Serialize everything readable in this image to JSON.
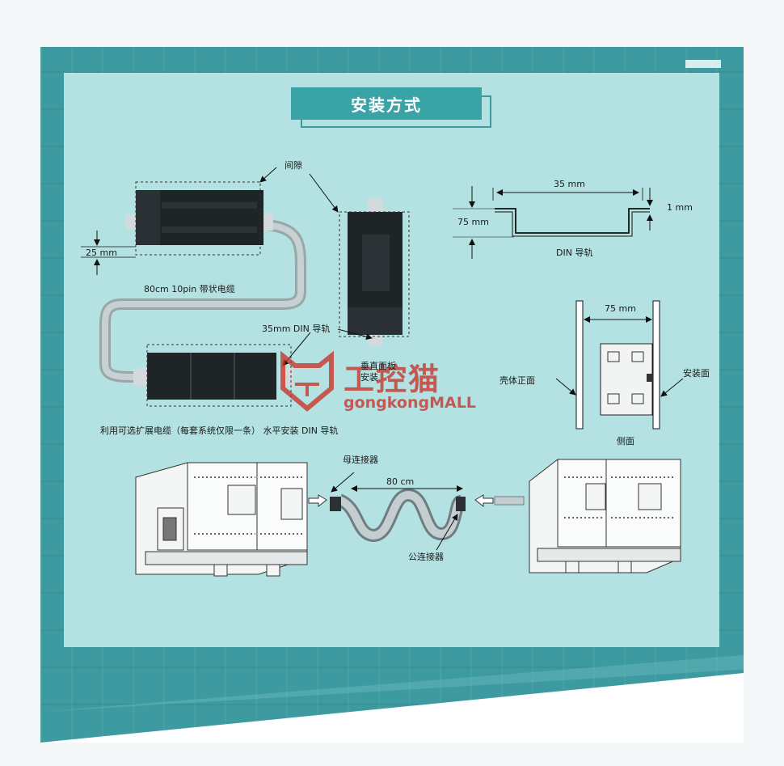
{
  "title": "安装方式",
  "labels": {
    "gap": "间隙",
    "din35": "35 mm",
    "h75": "75 mm",
    "t1": "1 mm",
    "din_rail": "DIN 导轨",
    "d25": "25 mm",
    "cable": "80cm 10pin 带状电缆",
    "din35mm": "35mm DIN 导轨",
    "vertical_line1": "垂直面板",
    "vertical_line2": "安装",
    "w75": "75 mm",
    "shell_front": "壳体正面",
    "mount_surface": "安装面",
    "side": "侧面",
    "bottom_caption": "利用可选扩展电缆（每套系统仅限一条） 水平安装 DIN 导轨",
    "female": "母连接器",
    "cm80": "80 cm",
    "male": "公连接器"
  },
  "watermark": {
    "text": "工控猫",
    "sub": "gongkongMALL",
    "color": "#c8322a"
  },
  "colors": {
    "frame": "#3c9aa0",
    "panel": "#b4e2e2",
    "title_fill": "#3aa3a6"
  }
}
